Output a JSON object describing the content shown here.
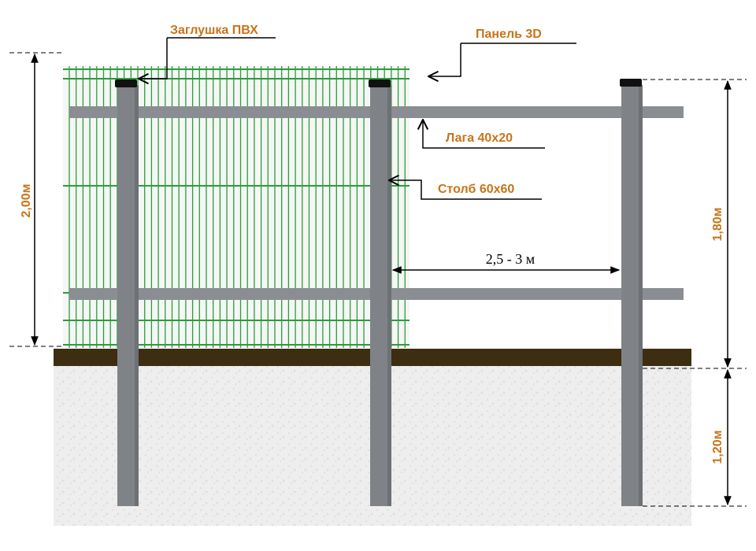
{
  "labels": {
    "cap": "Заглушка ПВХ",
    "panel": "Панель 3D",
    "rail": "Лага 40х20",
    "post": "Столб 60х60"
  },
  "dimensions": {
    "panel_height": "2,00м",
    "above_ground": "1,80м",
    "below_ground": "1,20м",
    "post_spacing": "2,5 - 3 м"
  },
  "colors": {
    "label_text": "#c8741a",
    "post": "#7f8387",
    "rail": "#8a8e92",
    "mesh": "#2e9b3e",
    "soil": "#3d2e12",
    "cap": "#111111",
    "ground": "#ededed"
  }
}
